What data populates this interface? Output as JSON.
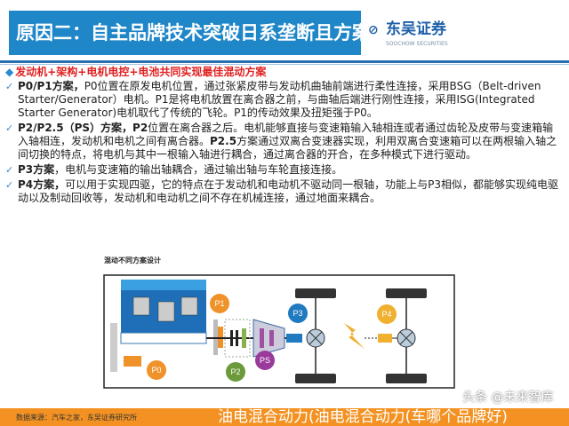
{
  "header": {
    "title": "原因二：自主品牌技术突破日系垄断且方案最优",
    "logo_cn": "东吴证券",
    "logo_en": "SOOCHOW SECURITIES"
  },
  "heading": "发动机+架构+电机电控+电池共同实现最佳混动方案",
  "items": [
    {
      "bold": "P0/P1方案，",
      "text": "P0位置在原发电机位置，通过张紧皮带与发动机曲轴前端进行柔性连接，采用BSG（Belt-driven Starter/Generator）电机。P1是将电机放置在离合器之前，与曲轴后端进行刚性连接，采用ISG(Integrated Starter Generator)电机取代了传统的飞轮。P1的传动效果及扭矩强于P0。"
    },
    {
      "bold": "P2/P2.5（PS）方案，P2",
      "text": "位置在离合器之后。电机能够直接与变速箱输入轴相连或者通过齿轮及皮带与变速箱输入轴相连，发动机和电机之间有离合器。",
      "bold2": "P2.5",
      "text2": "方案通过双离合变速器实现，利用双离合变速箱可以在两根输入轴之间切换的特点，将电机与其中一根输入轴进行耦合，通过离合器的开合，在多种模式下进行驱动。"
    },
    {
      "bold": "P3方案",
      "text": "，电机与变速箱的输出轴耦合，通过输出轴与车轮直接连接。"
    },
    {
      "bold": "P4方案，",
      "text": "可以用于实现四驱，它的特点在于发动机和电动机不驱动同一根轴，功能上与P3相似，都能够实现纯电驱动以及制动回收等，发动机和电动机之间不存在机械连接，通过地面来耦合。"
    }
  ],
  "diagram": {
    "title": "混动不同方案设计",
    "labels": {
      "p0": "P0",
      "p1": "P1",
      "p2": "P2",
      "ps": "PS",
      "p3": "P3",
      "p4": "P4"
    },
    "colors": {
      "p0": "#f0922a",
      "p1": "#f0922a",
      "p2": "#6a9a3a",
      "ps": "#9a3a9a",
      "p3": "#1f7ac0",
      "p4": "#f0b030"
    }
  },
  "footer": {
    "source": "数据来源：汽车之家，东吴证券研究所",
    "overlay": "油电混合动力(油电混合动力(车哪个品牌好)",
    "watermark": "头条 @未来智库"
  },
  "colors": {
    "title_bg": "#1f86c8",
    "accent": "#e02020",
    "footer": "#f39223"
  }
}
